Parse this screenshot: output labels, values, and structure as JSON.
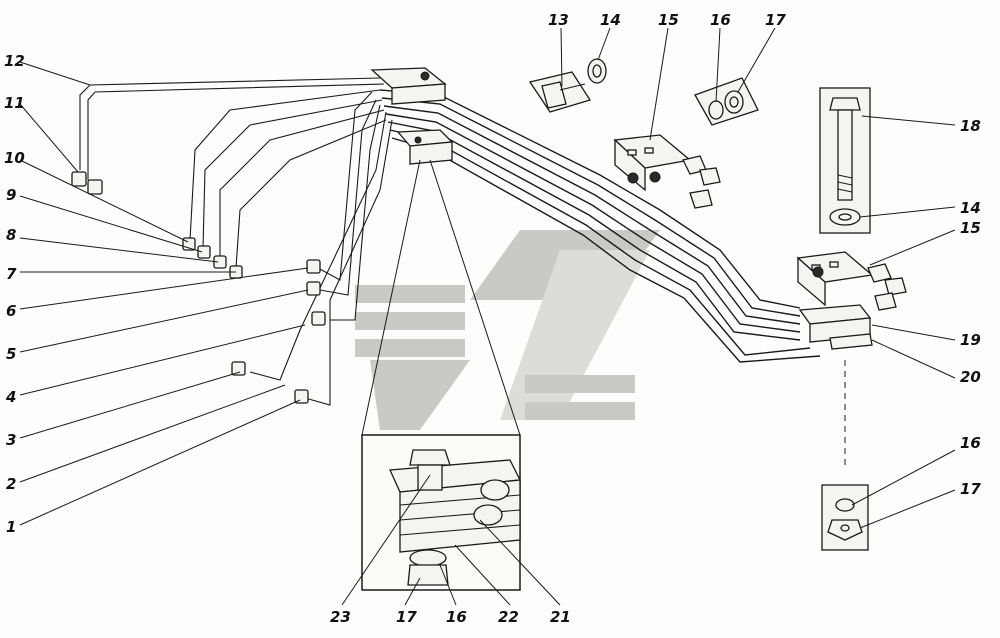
{
  "diagram": {
    "callouts": [
      {
        "id": "c1",
        "text": "1"
      },
      {
        "id": "c2",
        "text": "2"
      },
      {
        "id": "c3",
        "text": "3"
      },
      {
        "id": "c4",
        "text": "4"
      },
      {
        "id": "c5",
        "text": "5"
      },
      {
        "id": "c6",
        "text": "6"
      },
      {
        "id": "c7",
        "text": "7"
      },
      {
        "id": "c8",
        "text": "8"
      },
      {
        "id": "c9",
        "text": "9"
      },
      {
        "id": "c10",
        "text": "10"
      },
      {
        "id": "c11",
        "text": "11"
      },
      {
        "id": "c12",
        "text": "12"
      },
      {
        "id": "c13",
        "text": "13"
      },
      {
        "id": "c14a",
        "text": "14"
      },
      {
        "id": "c15a",
        "text": "15"
      },
      {
        "id": "c16a",
        "text": "16"
      },
      {
        "id": "c17a",
        "text": "17"
      },
      {
        "id": "c18",
        "text": "18"
      },
      {
        "id": "c14b",
        "text": "14"
      },
      {
        "id": "c15b",
        "text": "15"
      },
      {
        "id": "c19",
        "text": "19"
      },
      {
        "id": "c20",
        "text": "20"
      },
      {
        "id": "c16b",
        "text": "16"
      },
      {
        "id": "c17b",
        "text": "17"
      },
      {
        "id": "c23",
        "text": "23"
      },
      {
        "id": "c17c",
        "text": "17"
      },
      {
        "id": "c16c",
        "text": "16"
      },
      {
        "id": "c22",
        "text": "22"
      },
      {
        "id": "c21",
        "text": "21"
      }
    ]
  },
  "colors": {
    "ink": "#1a1a1a",
    "watermark": "#c9cac6",
    "background": "#fdfdfb"
  }
}
